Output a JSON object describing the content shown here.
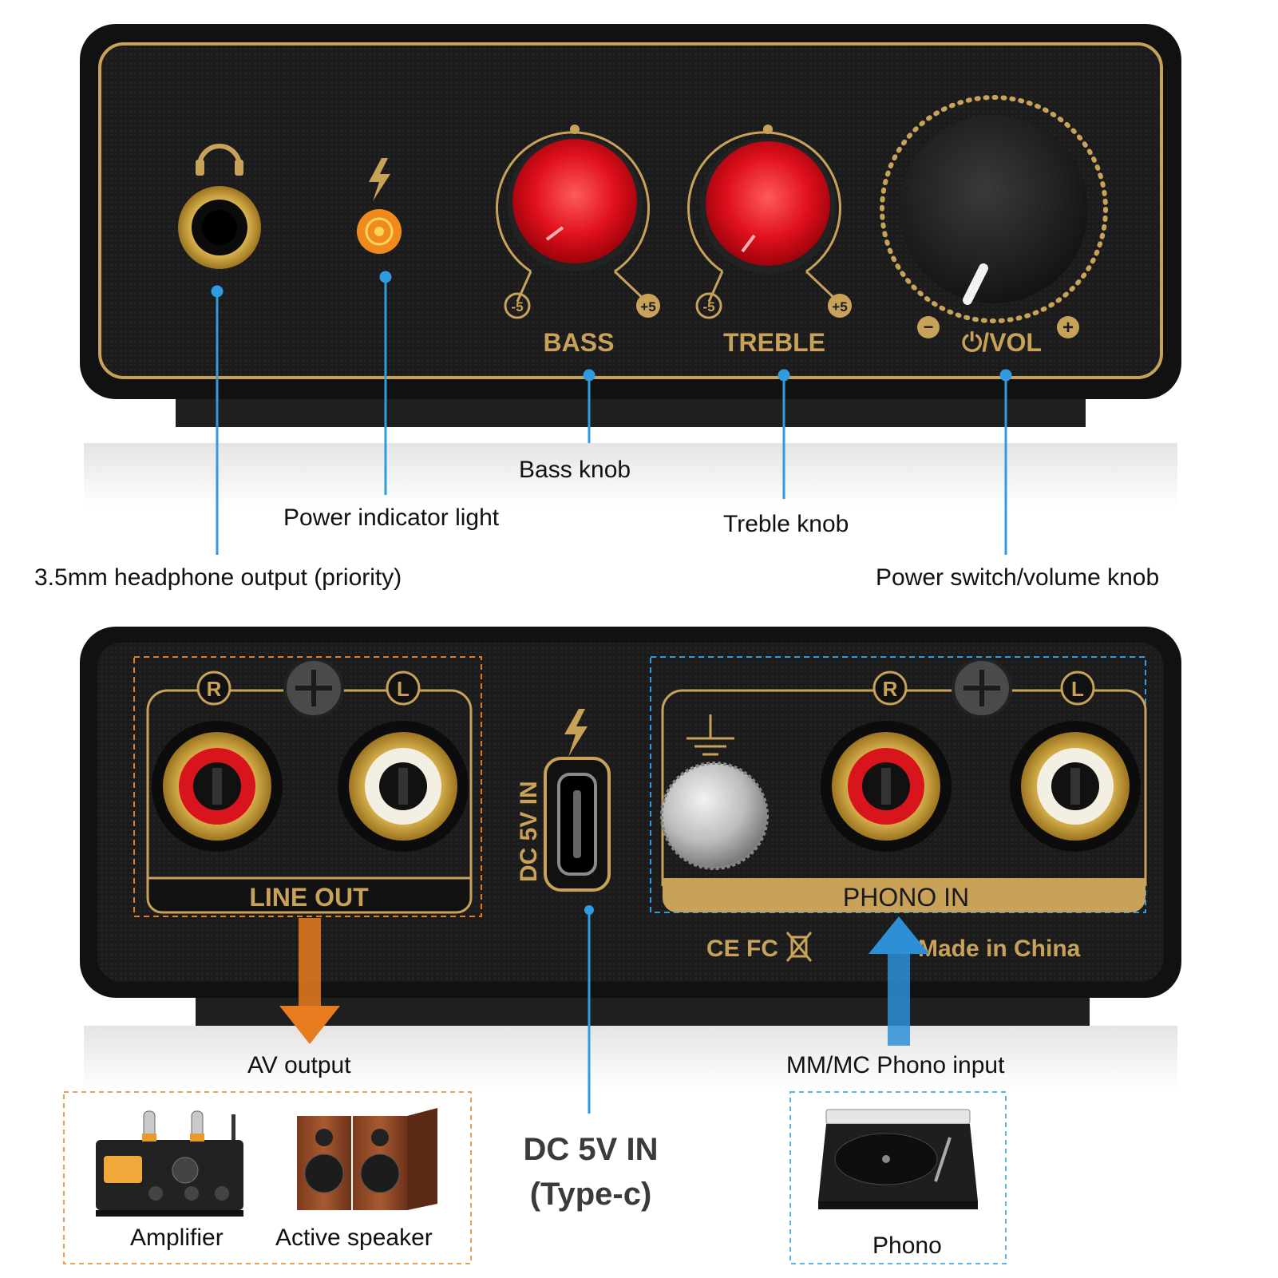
{
  "front_panel": {
    "knob_labels": {
      "bass": "BASS",
      "treble": "TREBLE",
      "volume": "⏻/VOL"
    },
    "scale": {
      "min": "-5",
      "max": "+5",
      "vol_min": "−",
      "vol_max": "+"
    }
  },
  "front_callouts": {
    "headphone": "3.5mm headphone output (priority)",
    "power_light": "Power indicator light",
    "bass": "Bass knob",
    "treble": "Treble knob",
    "volume": "Power switch/volume knob"
  },
  "rear_panel": {
    "line_out": "LINE OUT",
    "phono_in": "PHONO IN",
    "dc_in": "DC 5V IN",
    "channel_r": "R",
    "channel_l": "L",
    "marks": {
      "ce": "CE",
      "fc": "FC",
      "made_in": "Made in China"
    }
  },
  "rear_callouts": {
    "av_output": "AV output",
    "phono_input": "MM/MC Phono input",
    "dc_line1": "DC 5V IN",
    "dc_line2": "(Type-c)"
  },
  "devices": {
    "amplifier": "Amplifier",
    "speaker": "Active speaker",
    "phono": "Phono"
  },
  "colors": {
    "panel": "#1a1a1a",
    "gold": "#c9a25a",
    "knob_red": "#e0101c",
    "callout_blue": "#2f9be0",
    "arrow_orange": "#e77b1f",
    "arrow_blue": "#2d8fd6"
  }
}
